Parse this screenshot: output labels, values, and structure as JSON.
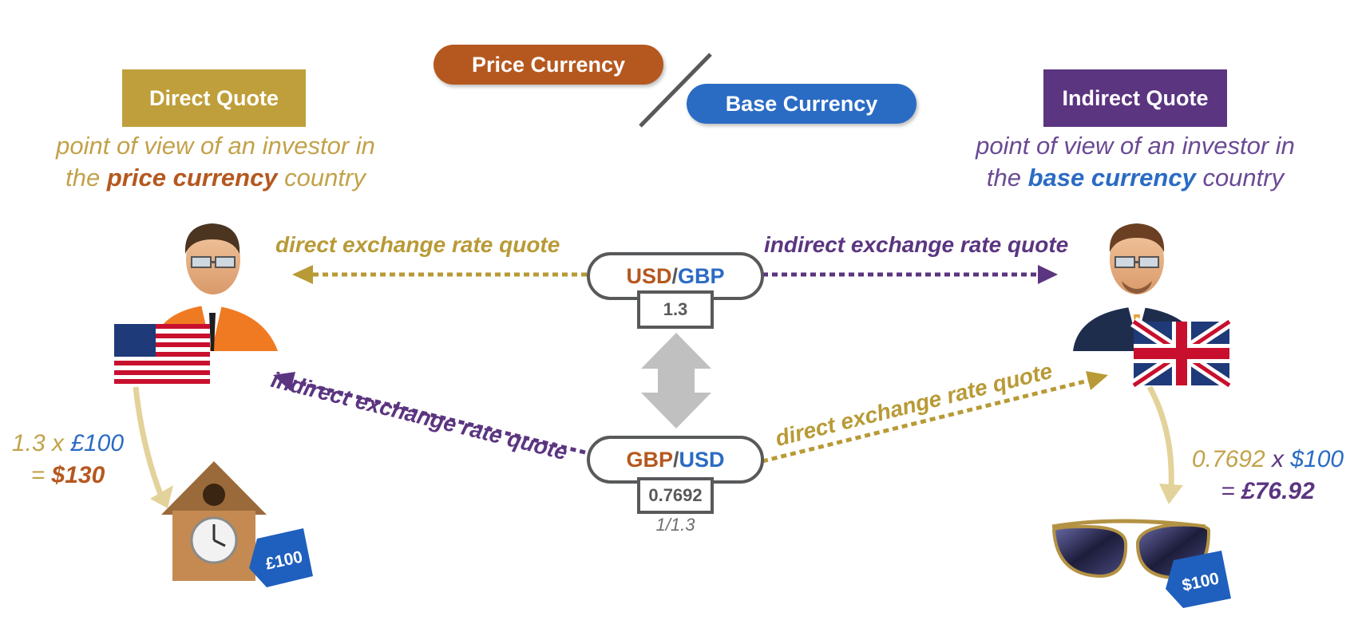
{
  "colors": {
    "price": "#b5581f",
    "base": "#2a6bc4",
    "direct": "#b89a36",
    "indirect": "#5b3580",
    "gray": "#58595b"
  },
  "header": {
    "price_currency": "Price Currency",
    "base_currency": "Base Currency"
  },
  "direct_quote": {
    "title": "Direct Quote",
    "desc_line1": "point of view of an investor in",
    "desc_pre": "the ",
    "desc_em": "price currency",
    "desc_post": " country"
  },
  "indirect_quote": {
    "title": "Indirect Quote",
    "desc_line1": "point of view of an investor in",
    "desc_pre": "the ",
    "desc_em": "base currency",
    "desc_post": " country"
  },
  "pairs": {
    "top": {
      "first": "USD",
      "slash": "/",
      "second": "GBP",
      "value": "1.3"
    },
    "bottom": {
      "first": "GBP",
      "slash": "/",
      "second": "USD",
      "value": "0.7692",
      "note": "1/1.3"
    }
  },
  "arrow_labels": {
    "top_left": "direct exchange rate quote",
    "top_right": "indirect exchange rate quote",
    "bottom_left": "indirect exchange rate quote",
    "bottom_right": "direct exchange rate quote"
  },
  "left_calc": {
    "rate": "1.3",
    "times": " x ",
    "amount": "£100",
    "eq": "= ",
    "result": "$130"
  },
  "right_calc": {
    "rate": "0.7692",
    "times": " x ",
    "amount": "$100",
    "eq": "= ",
    "result": "£76.92"
  },
  "price_tags": {
    "left": "£100",
    "right": "$100"
  },
  "icons": {
    "left_investor": "american-investor-icon",
    "right_investor": "british-investor-icon",
    "left_item": "cuckoo-clock-icon",
    "right_item": "sunglasses-icon"
  }
}
